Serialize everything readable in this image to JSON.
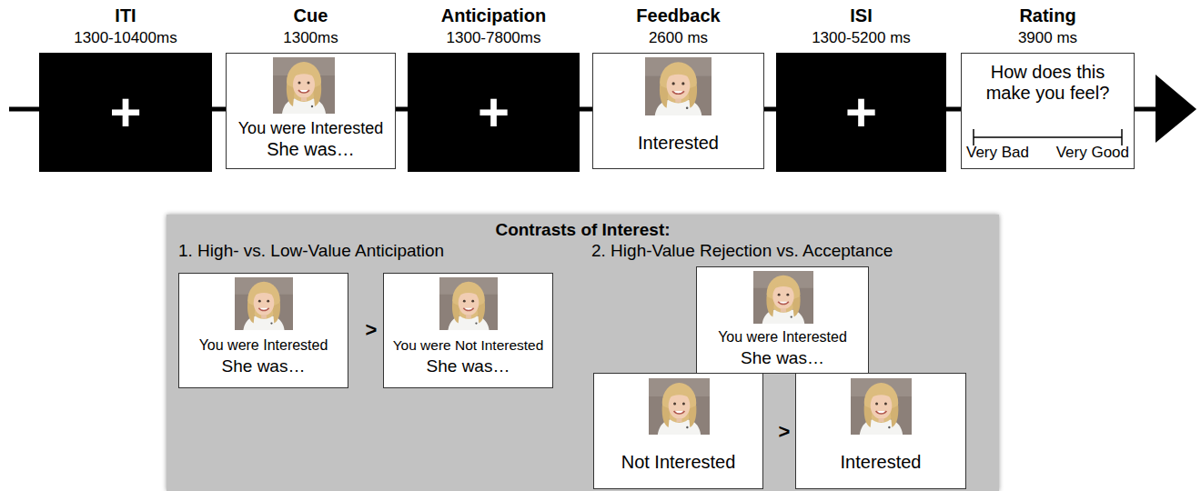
{
  "diagram": {
    "nodes": [
      {
        "text": [
          "ITI",
          "1300-10400ms",
          "+"
        ]
      },
      {
        "text": [
          "Cue",
          "1300ms",
          "You were Interested",
          "She was…"
        ]
      },
      {
        "text": [
          "Anticipation",
          "1300-7800ms",
          "+"
        ]
      },
      {
        "text": [
          "Feedback",
          "2600 ms",
          "Interested"
        ]
      },
      {
        "text": [
          "ISI",
          "1300-5200 ms",
          "+"
        ]
      },
      {
        "text": [
          "Rating",
          "3900 ms",
          "How does this make you feel?",
          "Very Bad",
          "Very Good"
        ]
      },
      {
        "text": [
          "Contrasts of Interest:",
          "1. High- vs. Low-Value Anticipation",
          "2. High-Value Rejection vs. Acceptance"
        ]
      },
      {
        "text": [
          "You were Interested",
          "She was…"
        ],
        "in": 6
      },
      {
        "text": [
          "You were Not Interested",
          "She was…"
        ],
        "in": 6
      },
      {
        "text": [
          "You were Interested",
          "She was…"
        ],
        "in": 6
      },
      {
        "text": [
          "Not Interested"
        ],
        "in": 6
      },
      {
        "text": [
          "Interested"
        ],
        "in": 6
      }
    ],
    "labels": [
      ">",
      ">"
    ]
  }
}
